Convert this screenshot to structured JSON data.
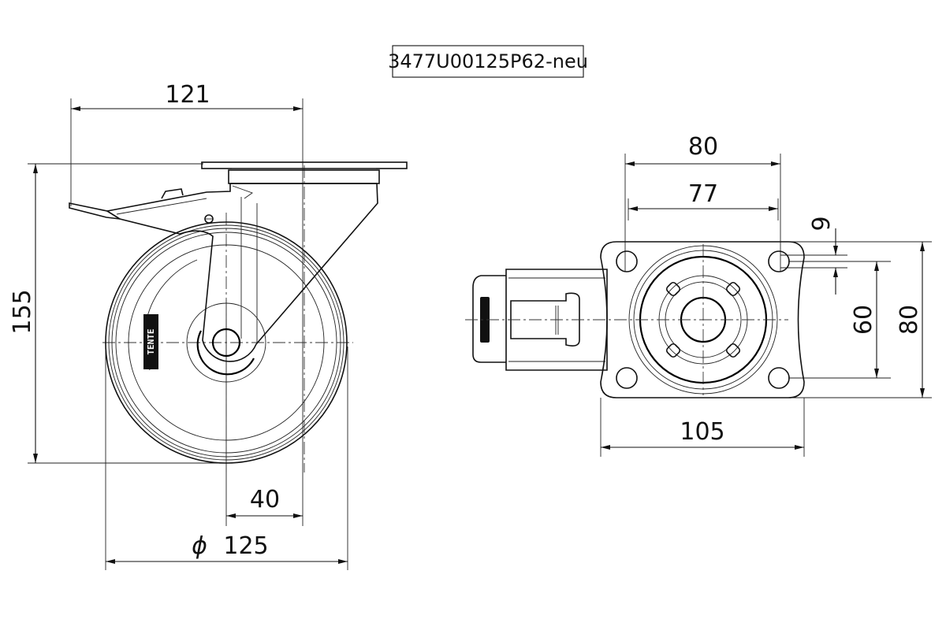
{
  "title": "3477U00125P62-neu",
  "brand_mark": "TENTE",
  "side_view": {
    "dim_offset_width": "121",
    "dim_height": "155",
    "dim_offset": "40",
    "dim_diameter_symbol": "ϕ",
    "dim_diameter": "125"
  },
  "top_view": {
    "dim_plate_width": "80",
    "dim_hole_spacing_x": "77",
    "dim_hole_diameter": "9",
    "dim_hole_spacing_y": "60",
    "dim_plate_height": "80",
    "dim_overall_length": "105"
  }
}
